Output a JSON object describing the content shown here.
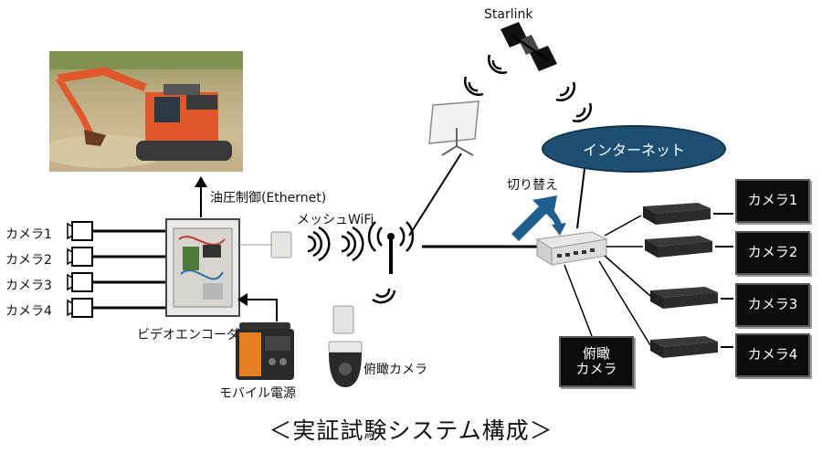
{
  "labels": {
    "starlink": "Starlink",
    "internet": "インターネット",
    "switchover": "切り替え",
    "hydraulic": "油圧制御(Ethernet)",
    "mesh_wifi": "メッシュWiFi",
    "video_encoder": "ビデオエンコーダ",
    "mobile_power": "モバイル電源",
    "overhead_camera": "俯瞰カメラ"
  },
  "input_cameras": [
    "カメラ1",
    "カメラ2",
    "カメラ3",
    "カメラ4"
  ],
  "monitors": [
    "カメラ1",
    "カメラ2",
    "カメラ3",
    "カメラ4"
  ],
  "overhead_monitor": [
    "俯瞰",
    "カメラ"
  ],
  "caption": "＜実証試験システム構成＞",
  "colors": {
    "internet_cloud": "#1e4f73",
    "switch_arrow": "#1f5f8f",
    "excavator": "#e0572b"
  }
}
